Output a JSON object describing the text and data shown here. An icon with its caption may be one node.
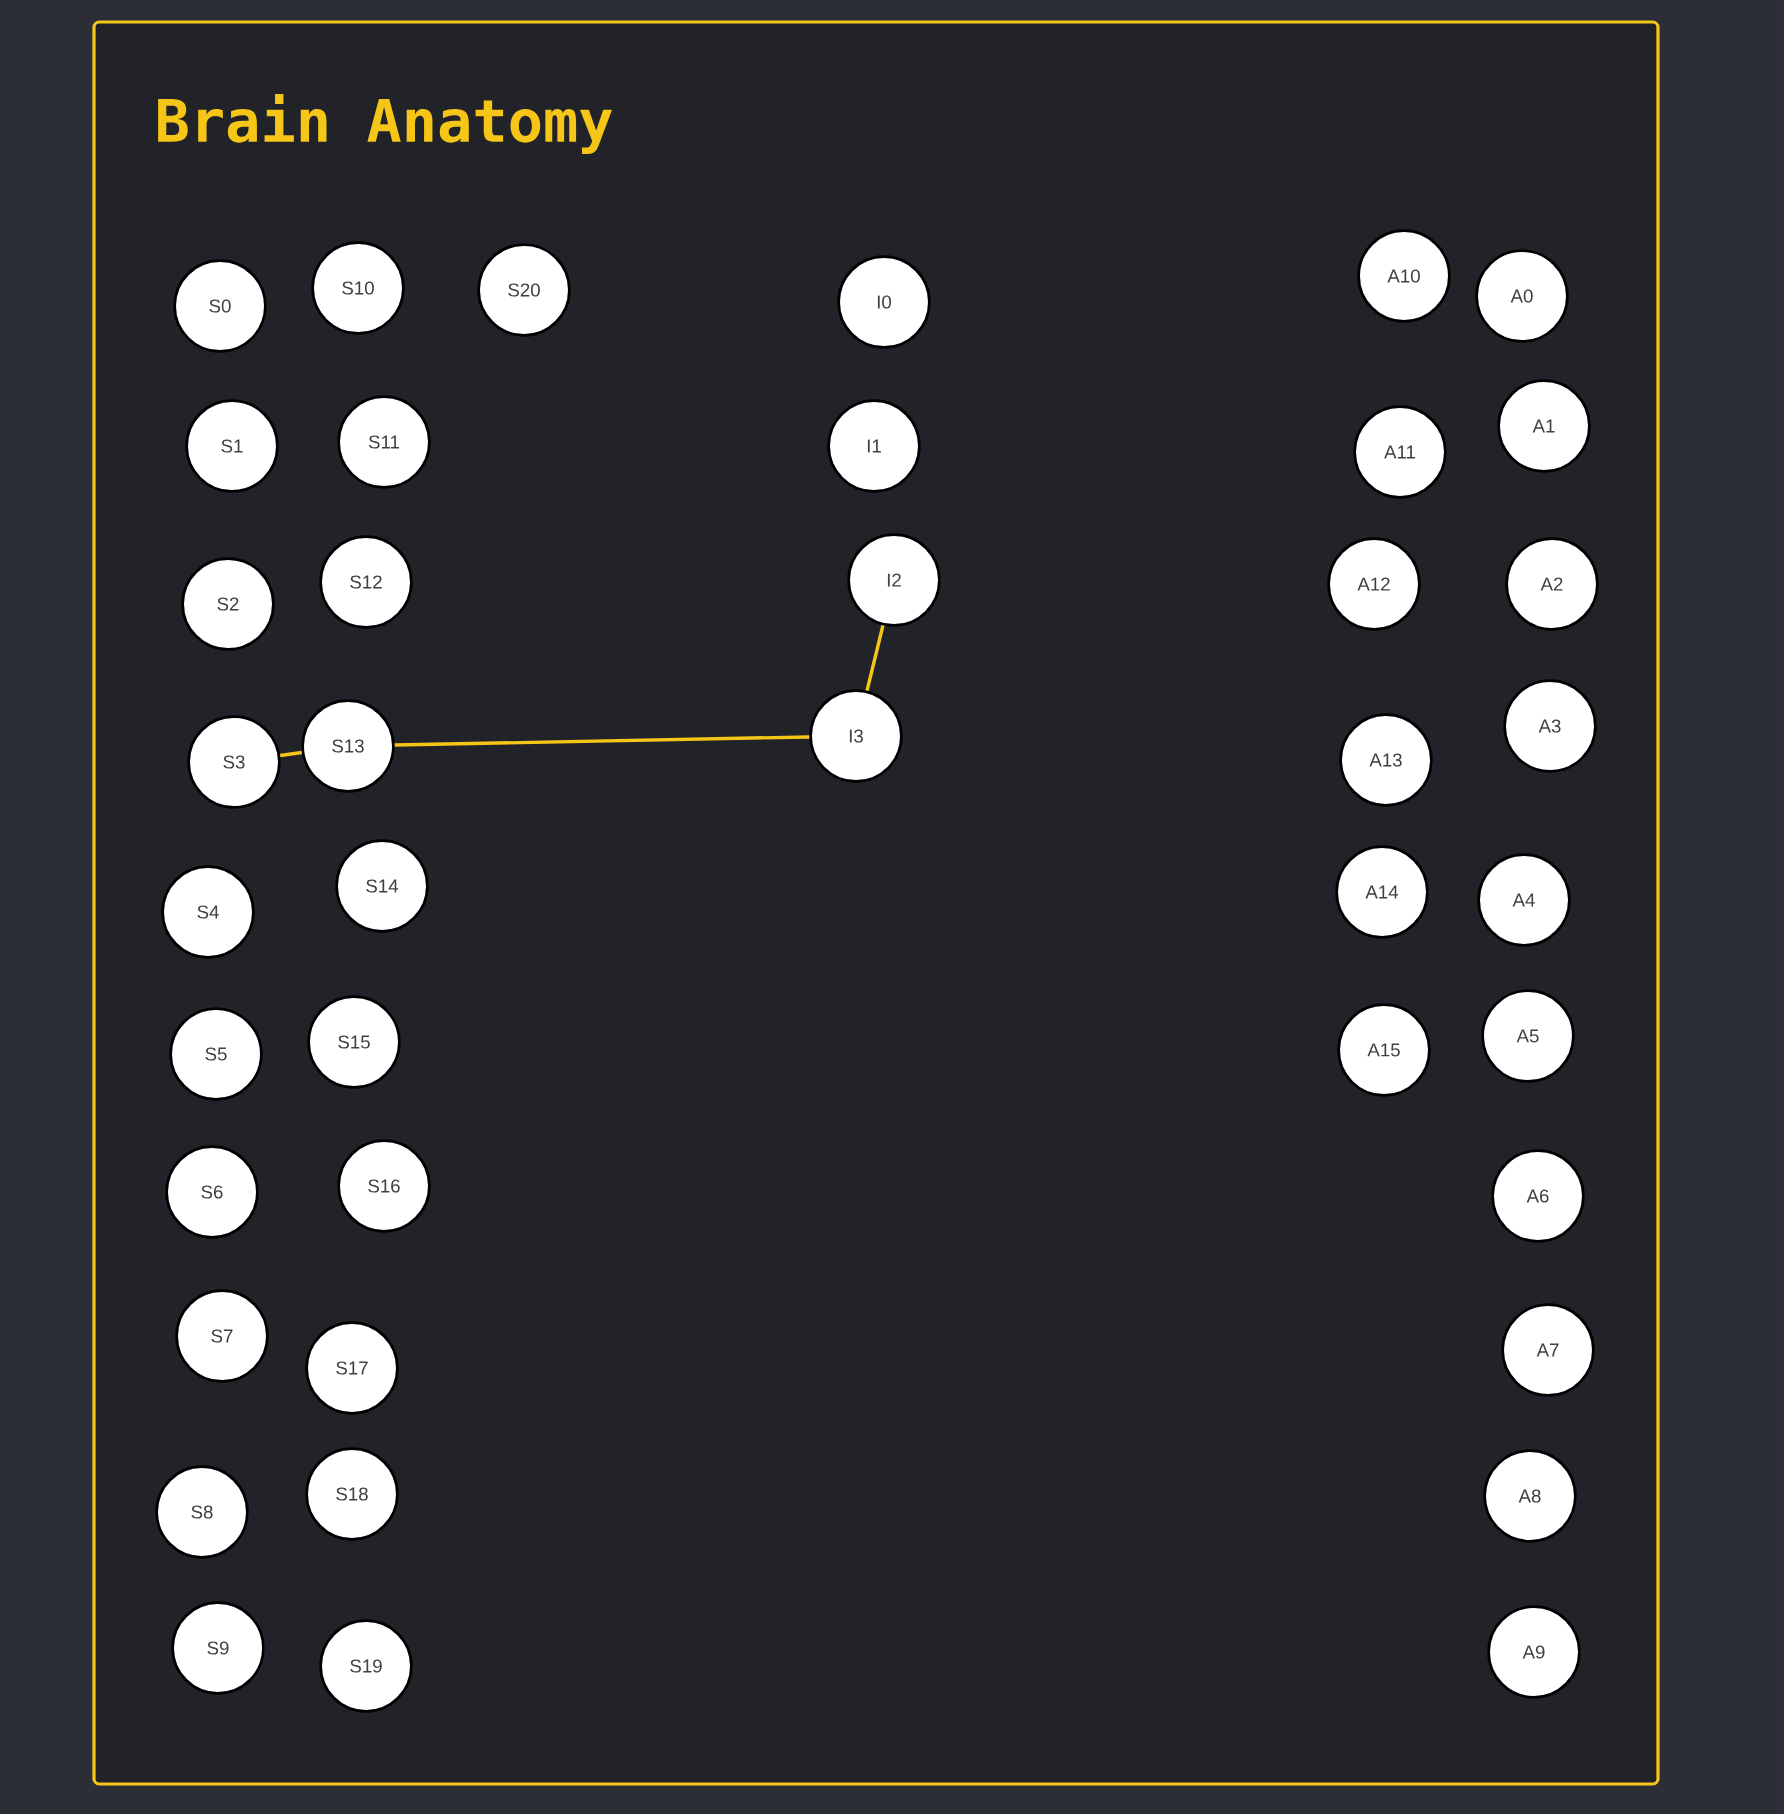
{
  "diagram": {
    "title": "Brain Anatomy",
    "nodes": [
      {
        "text": [
          "S0"
        ]
      },
      {
        "text": [
          "S1"
        ]
      },
      {
        "text": [
          "S2"
        ]
      },
      {
        "text": [
          "S3"
        ]
      },
      {
        "text": [
          "S4"
        ]
      },
      {
        "text": [
          "S5"
        ]
      },
      {
        "text": [
          "S6"
        ]
      },
      {
        "text": [
          "S7"
        ]
      },
      {
        "text": [
          "S8"
        ]
      },
      {
        "text": [
          "S9"
        ]
      },
      {
        "text": [
          "S10"
        ]
      },
      {
        "text": [
          "S11"
        ]
      },
      {
        "text": [
          "S12"
        ]
      },
      {
        "text": [
          "S13"
        ]
      },
      {
        "text": [
          "S14"
        ]
      },
      {
        "text": [
          "S15"
        ]
      },
      {
        "text": [
          "S16"
        ]
      },
      {
        "text": [
          "S17"
        ]
      },
      {
        "text": [
          "S18"
        ]
      },
      {
        "text": [
          "S19"
        ]
      },
      {
        "text": [
          "S20"
        ]
      },
      {
        "text": [
          "I0"
        ]
      },
      {
        "text": [
          "I1"
        ]
      },
      {
        "text": [
          "I2"
        ]
      },
      {
        "text": [
          "I3"
        ]
      },
      {
        "text": [
          "A0"
        ]
      },
      {
        "text": [
          "A1"
        ]
      },
      {
        "text": [
          "A2"
        ]
      },
      {
        "text": [
          "A3"
        ]
      },
      {
        "text": [
          "A4"
        ]
      },
      {
        "text": [
          "A5"
        ]
      },
      {
        "text": [
          "A6"
        ]
      },
      {
        "text": [
          "A7"
        ]
      },
      {
        "text": [
          "A8"
        ]
      },
      {
        "text": [
          "A9"
        ]
      },
      {
        "text": [
          "A10"
        ]
      },
      {
        "text": [
          "A11"
        ]
      },
      {
        "text": [
          "A12"
        ]
      },
      {
        "text": [
          "A13"
        ]
      },
      {
        "text": [
          "A14"
        ]
      },
      {
        "text": [
          "A15"
        ]
      }
    ],
    "edges": [
      {
        "from": 3,
        "to": 13,
        "arrow": "none"
      },
      {
        "from": 13,
        "to": 24,
        "arrow": "none"
      },
      {
        "from": 24,
        "to": 23,
        "arrow": "none"
      }
    ]
  }
}
